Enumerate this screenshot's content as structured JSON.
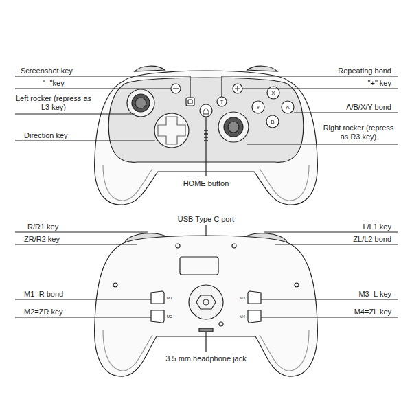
{
  "diagram": {
    "labels": [
      "Screenshot key",
      "\"- \"key",
      "Left rocker (repress as L3 key)",
      "Direction key",
      "HOME button",
      "Repeating bond",
      "\"+\" key",
      "A/B/X/Y bond",
      "Right rocker (repress as R3 key)",
      "X",
      "Y",
      "A",
      "B",
      "T",
      "USB Type C port",
      "R/R1 key",
      "ZR/R2 key",
      "L/L1 key",
      "ZL/L2 bond",
      "M1=R bond",
      "M2=ZR key",
      "M3=L key",
      "M4=ZL key",
      "M1",
      "M2",
      "M3",
      "M4",
      "3.5 mm headphone jack"
    ]
  }
}
